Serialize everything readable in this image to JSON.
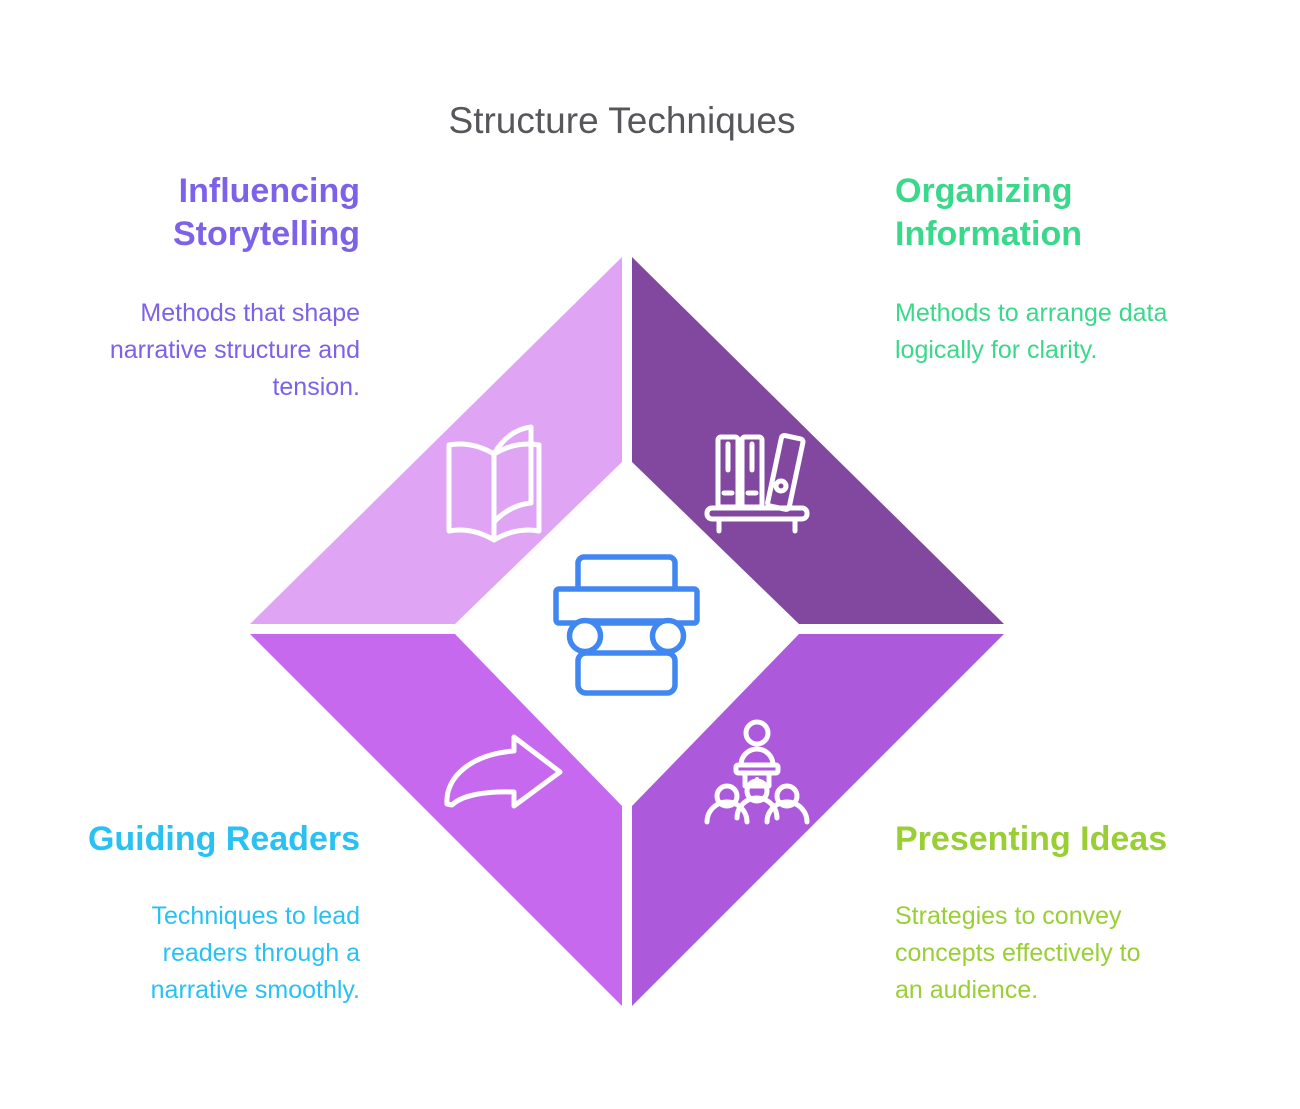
{
  "title": "Structure Techniques",
  "colors": {
    "background": "#FFFFFF",
    "title_text": "#57575B",
    "icon_stroke": "#FFFFFF",
    "center_icon_stroke": "#4187F2"
  },
  "quadrants": {
    "top_left": {
      "heading": "Influencing Storytelling",
      "heading_lines": [
        "Influencing",
        "Storytelling"
      ],
      "description": "Methods that shape narrative structure and tension.",
      "description_lines": [
        "Methods that shape",
        "narrative structure and",
        "tension."
      ],
      "text_color": "#7D61E8",
      "segment_color": "#DFA5F4",
      "icon": "open-book-icon"
    },
    "top_right": {
      "heading": "Organizing Information",
      "heading_lines": [
        "Organizing",
        "Information"
      ],
      "description": "Methods to arrange data logically for clarity.",
      "description_lines": [
        "Methods to arrange data",
        "logically for clarity."
      ],
      "text_color": "#3AD88A",
      "segment_color": "#82489F",
      "icon": "binders-shelf-icon"
    },
    "bottom_left": {
      "heading": "Guiding Readers",
      "heading_lines": [
        "Guiding Readers"
      ],
      "description": "Techniques to lead readers through a narrative smoothly.",
      "description_lines": [
        "Techniques to lead",
        "readers through a",
        "narrative smoothly."
      ],
      "text_color": "#29C1F1",
      "segment_color": "#C669EF",
      "icon": "curved-arrow-icon"
    },
    "bottom_right": {
      "heading": "Presenting Ideas",
      "heading_lines": [
        "Presenting Ideas"
      ],
      "description": "Strategies to convey concepts effectively to an audience.",
      "description_lines": [
        "Strategies to convey",
        "concepts effectively to",
        "an audience."
      ],
      "text_color": "#99CF35",
      "segment_color": "#AC59DC",
      "icon": "presenter-audience-icon"
    }
  },
  "center": {
    "icon": "printing-press-icon",
    "icon_color": "#4187F2"
  }
}
